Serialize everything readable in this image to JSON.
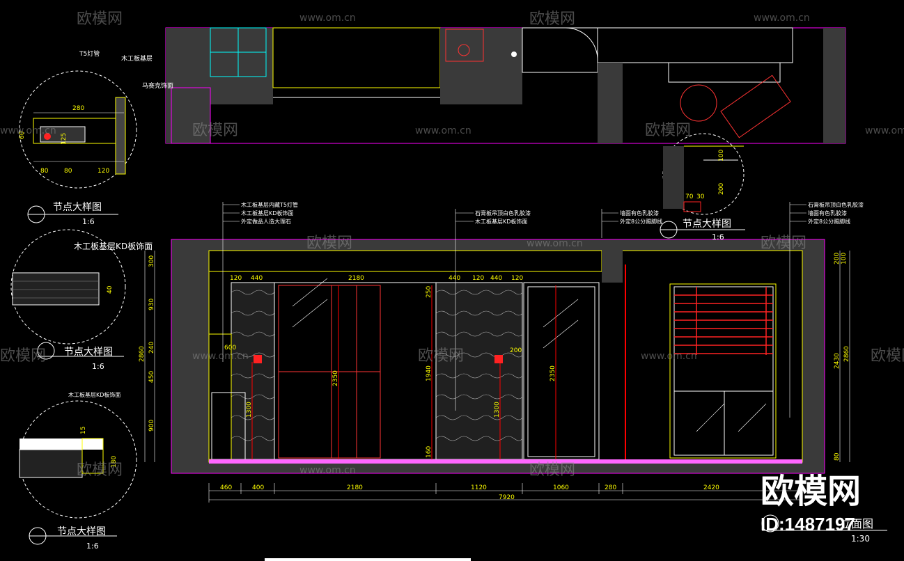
{
  "watermark": {
    "brand": "欧模网",
    "url": "www.om.cn",
    "big_brand": "欧模网",
    "id_text": "ID:1487197"
  },
  "details": [
    {
      "title": "节点大样图",
      "scale": "1:6",
      "notes": [
        "T5灯管",
        "木工板基层",
        "马赛克饰面"
      ],
      "dims": [
        "280",
        "60",
        "80",
        "80",
        "120",
        "125"
      ]
    },
    {
      "title": "节点大样图",
      "scale": "1:6",
      "notes": [
        "木工板基层KD板饰面"
      ],
      "dims": [
        "40"
      ]
    },
    {
      "title": "节点大样图",
      "scale": "1:6",
      "notes": [
        "木工板基层KD板饰面"
      ],
      "dims": [
        "15",
        "180"
      ]
    },
    {
      "title": "节点大样图",
      "scale": "1:6",
      "notes": [],
      "dims": [
        "100",
        "200",
        "70",
        "30"
      ]
    }
  ],
  "elevation": {
    "title": "立面图",
    "scale": "1:30",
    "notes_left": [
      "木工板基层内藏T5灯管",
      "木工板基层KD板饰面",
      "外定做品人造大理石"
    ],
    "notes_mid": [
      "石膏板吊顶白色乳胶漆",
      "木工板基层KD板饰面"
    ],
    "notes_right1": [
      "墙面有色乳胶漆",
      "外定8公分踢脚线"
    ],
    "notes_right2": [
      "石膏板吊顶白色乳胶漆",
      "墙面有色乳胶漆",
      "外定8公分踢脚线"
    ],
    "bottom_dims": [
      "460",
      "400",
      "2180",
      "1120",
      "1060",
      "280",
      "2420"
    ],
    "total_dim": "7920",
    "left_dims": [
      "300",
      "930",
      "240",
      "450",
      "900"
    ],
    "left_total": "2860",
    "right_dims": [
      "200",
      "100",
      "2430",
      "80"
    ],
    "right_total": "2860",
    "top_dims": [
      "120",
      "440",
      "2180",
      "440",
      "120",
      "440",
      "120"
    ],
    "inner_dims": [
      "2350",
      "1940",
      "2350",
      "1300",
      "1300",
      "600",
      "200",
      "250",
      "160"
    ]
  }
}
